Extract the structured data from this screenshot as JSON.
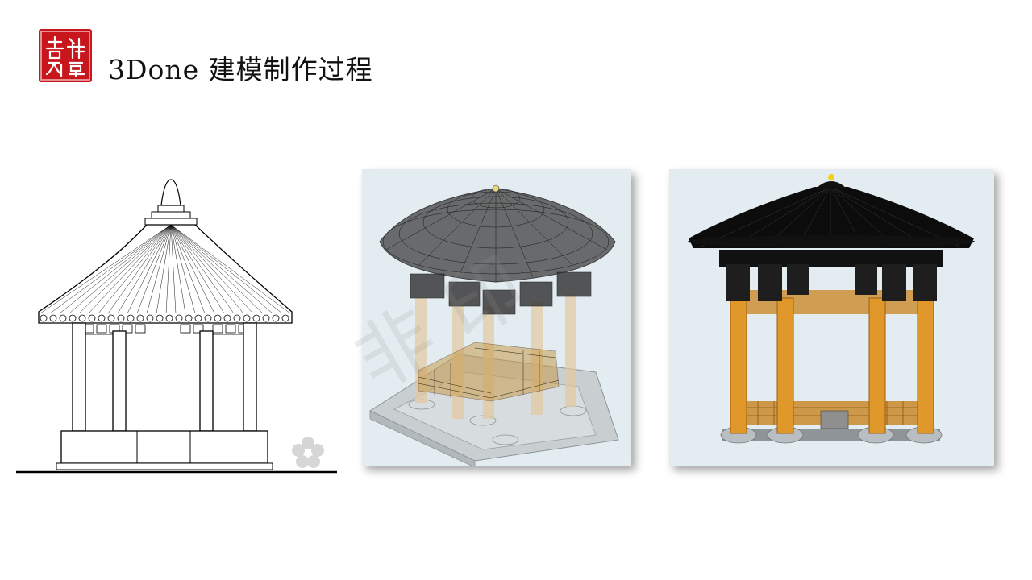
{
  "header": {
    "title": "3Done 建模制作过程",
    "logo_text": "吉祥如意"
  },
  "watermark": {
    "text": "非 印"
  },
  "colors": {
    "seal_red": "#c8161d",
    "roof_black": "#111111",
    "column_orange": "#e0982a",
    "panel_bg": "#e3edf1"
  }
}
